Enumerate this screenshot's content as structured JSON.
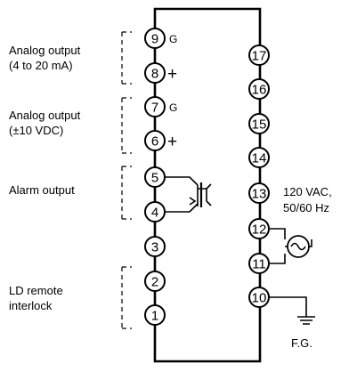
{
  "groups": {
    "analog_current": {
      "line1": "Analog output",
      "line2": "(4 to 20 mA)"
    },
    "analog_voltage": {
      "line1": "Analog output",
      "line2": "(±10 VDC)"
    },
    "alarm": {
      "label": "Alarm output"
    },
    "interlock": {
      "line1": "LD remote",
      "line2": "interlock"
    }
  },
  "terminals_left": [
    "9",
    "8",
    "7",
    "6",
    "5",
    "4",
    "3",
    "2",
    "1"
  ],
  "terminals_right": [
    "17",
    "16",
    "15",
    "14",
    "13",
    "12",
    "11",
    "10"
  ],
  "markers": {
    "ground": "G",
    "plus": "+"
  },
  "power": {
    "line1": "120 VAC,",
    "line2": "50/60 Hz"
  },
  "frame_ground": "F.G."
}
